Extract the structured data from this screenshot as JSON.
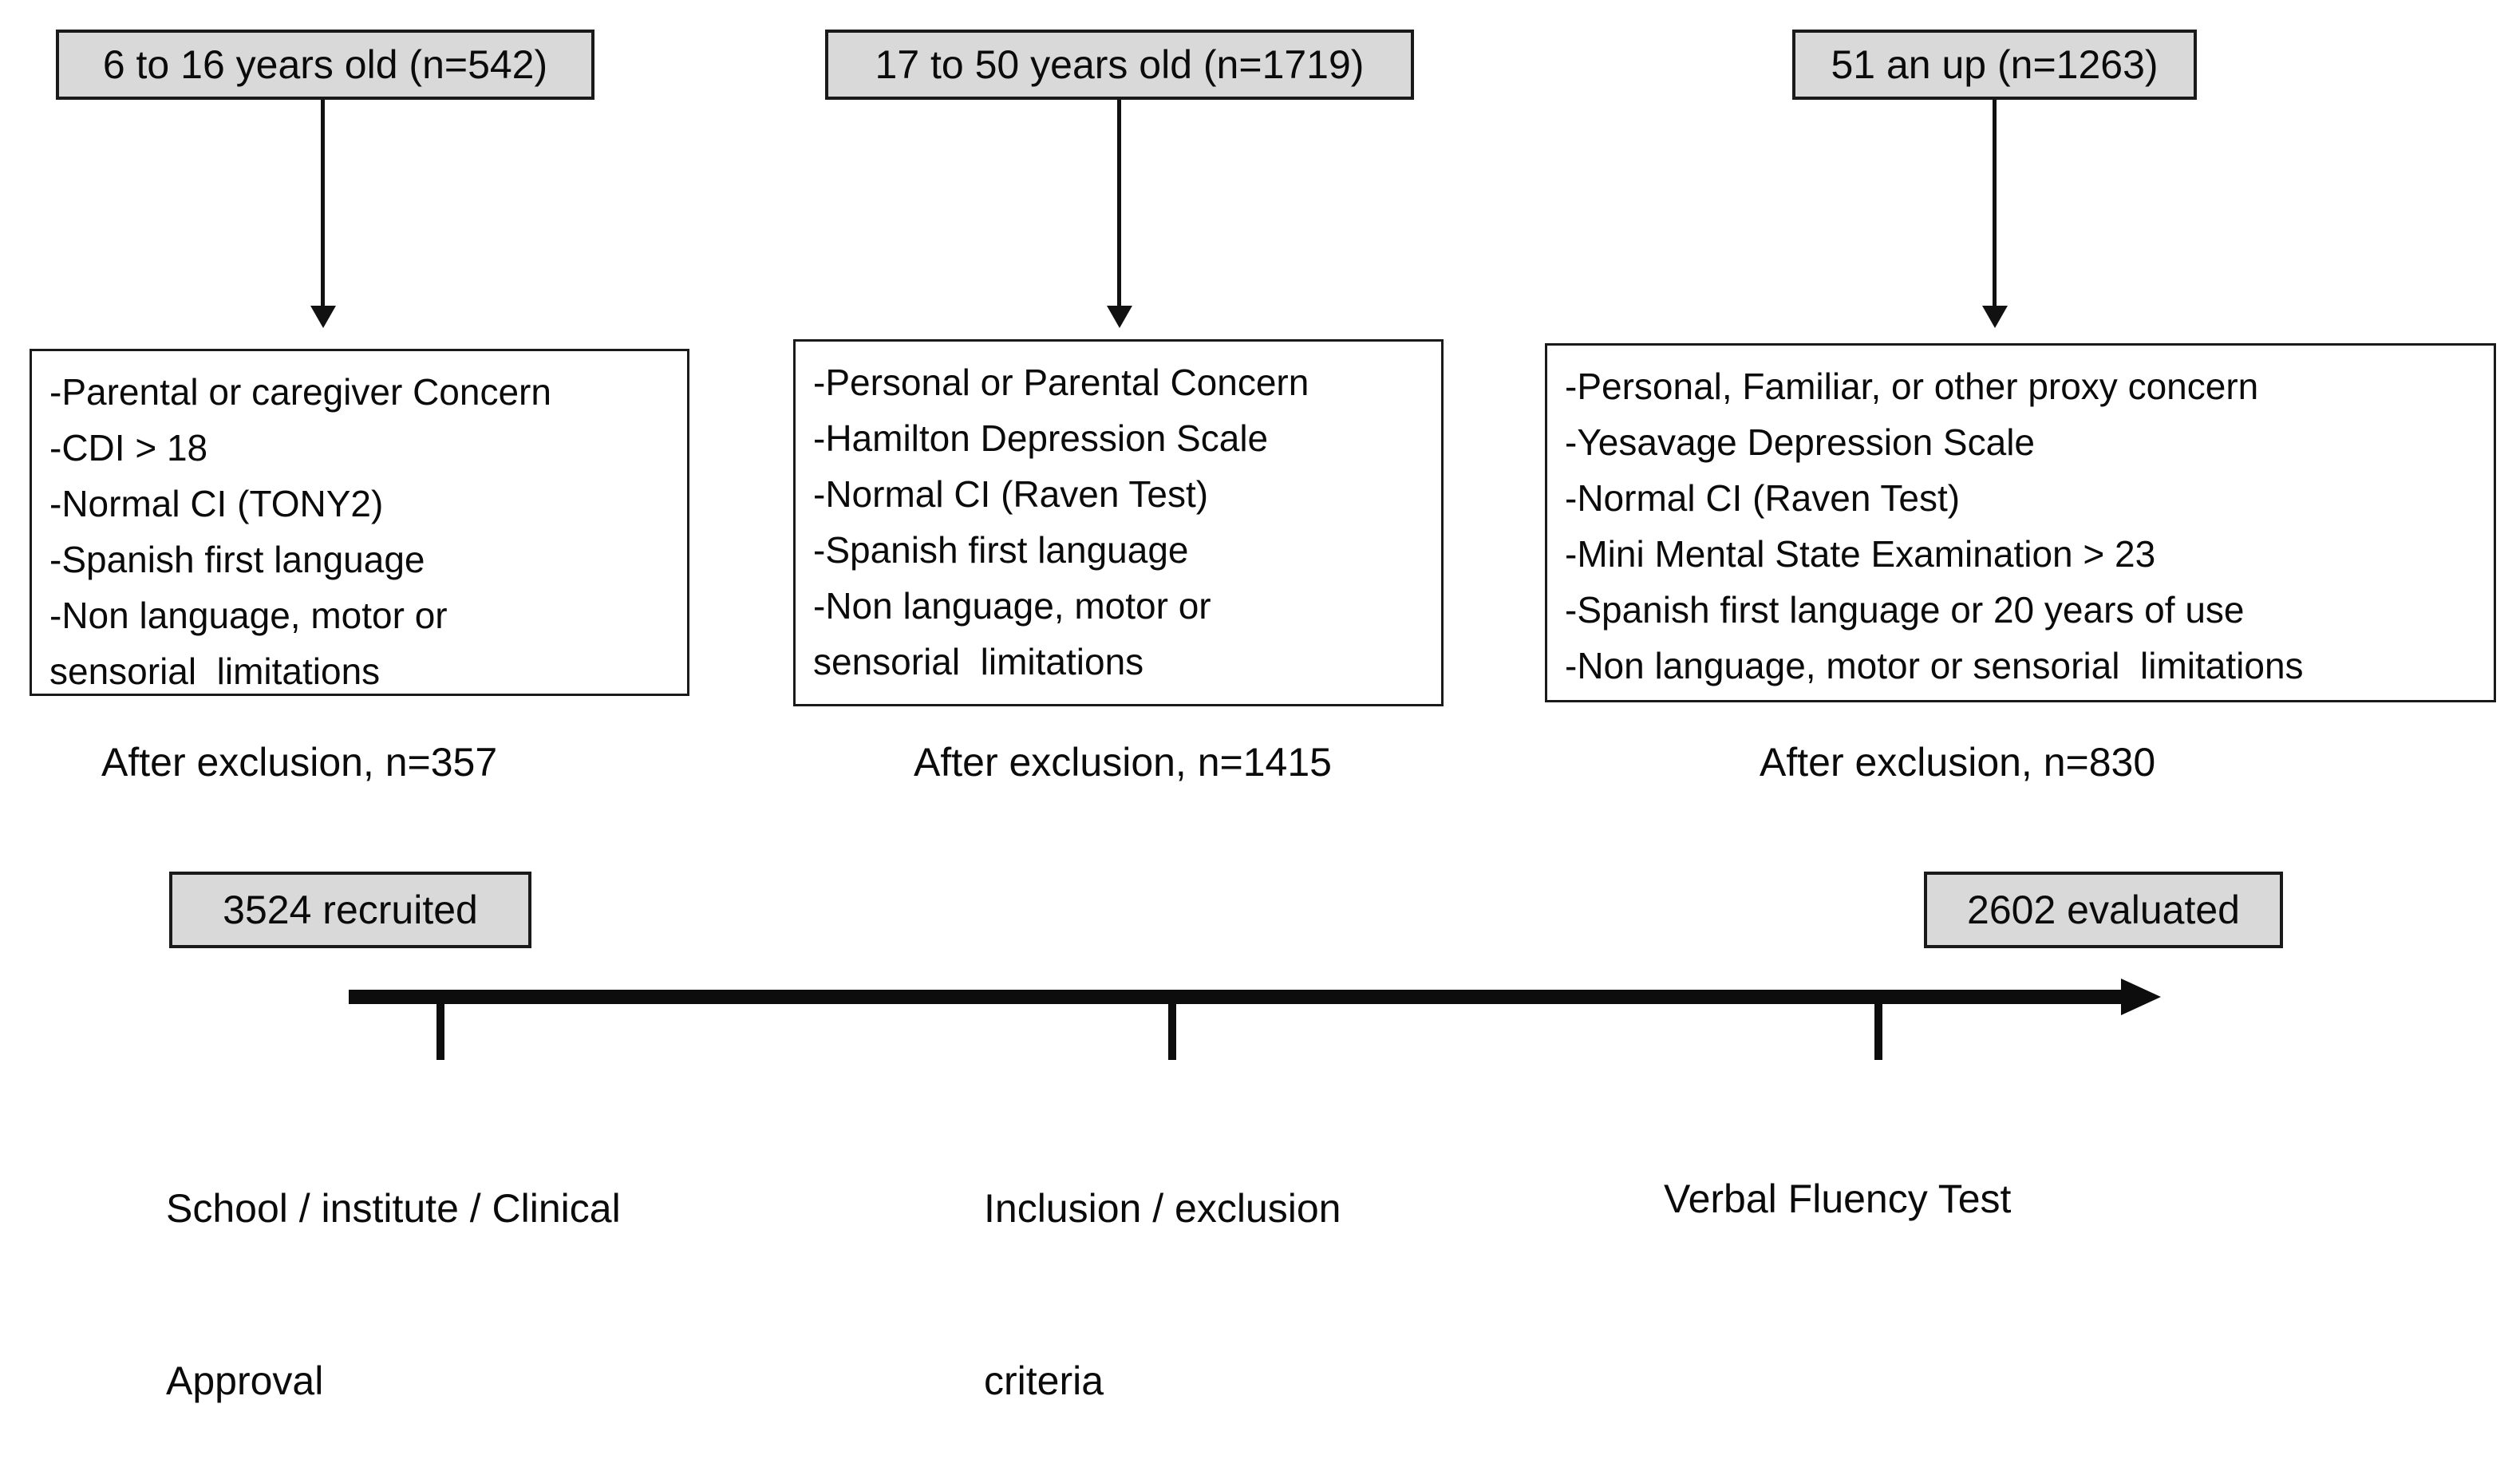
{
  "colors": {
    "background": "#ffffff",
    "box_fill": "#d9d9d9",
    "border": "#1a1a1a",
    "text": "#0b0b0b"
  },
  "columns": [
    {
      "header": "6 to 16 years old (n=542)",
      "criteria": [
        "-Parental or caregiver Concern",
        "-CDI > 18",
        "-Normal CI (TONY2)",
        "-Spanish first language",
        "-Non language, motor or",
        "sensorial  limitations"
      ],
      "after_exclusion": "After exclusion, n=357"
    },
    {
      "header": "17 to 50 years old (n=1719)",
      "criteria": [
        "-Personal or Parental Concern",
        "-Hamilton Depression Scale",
        "-Normal CI (Raven Test)",
        "-Spanish first language",
        "-Non language, motor or",
        "sensorial  limitations"
      ],
      "after_exclusion": "After exclusion, n=1415"
    },
    {
      "header": "51 an up (n=1263)",
      "criteria": [
        "-Personal, Familiar, or other proxy concern",
        "-Yesavage Depression Scale",
        "-Normal CI (Raven Test)",
        "-Mini Mental State Examination > 23",
        "-Spanish first language or 20 years of use",
        "-Non language, motor or sensorial  limitations"
      ],
      "after_exclusion": "After exclusion, n=830"
    }
  ],
  "timeline": {
    "recruited": "3524 recruited",
    "evaluated": "2602 evaluated",
    "events": [
      {
        "line1": "School / institute / Clinical",
        "line2": "Approval"
      },
      {
        "line1": "Inclusion / exclusion",
        "line2": "criteria"
      },
      {
        "line1": "Verbal Fluency Test"
      }
    ]
  }
}
